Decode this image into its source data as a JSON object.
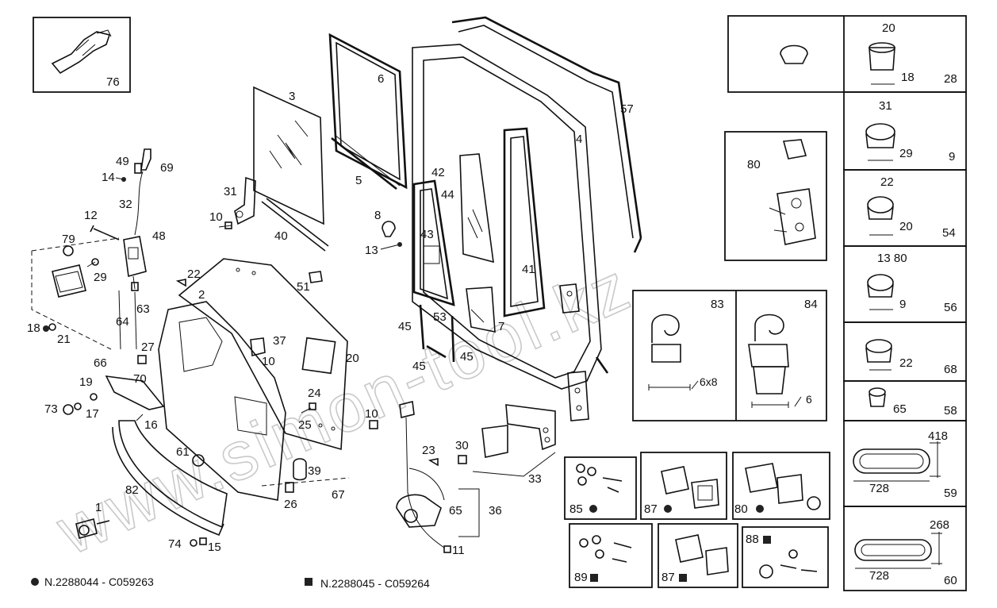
{
  "watermark": "www.simon-tool.kz",
  "footnotes": {
    "circle_note": "N.2288044 - C059263",
    "square_note": "N.2288045 - C059264"
  },
  "callouts": {
    "c1": "1",
    "c2": "2",
    "c3": "3",
    "c4": "4",
    "c5": "5",
    "c6": "6",
    "c7": "7",
    "c8": "8",
    "c10a": "10",
    "c10b": "10",
    "c10c": "10",
    "c11": "11",
    "c12": "12",
    "c13": "13",
    "c14": "14",
    "c15": "15",
    "c16": "16",
    "c17": "17",
    "c18": "18",
    "c19": "19",
    "c20": "20",
    "c21": "21",
    "c22": "22",
    "c23": "23",
    "c24": "24",
    "c25": "25",
    "c26": "26",
    "c27": "27",
    "c29": "29",
    "c30": "30",
    "c31": "31",
    "c32": "32",
    "c33": "33",
    "c36": "36",
    "c37": "37",
    "c39": "39",
    "c40": "40",
    "c41": "41",
    "c42": "42",
    "c43": "43",
    "c44": "44",
    "c45a": "45",
    "c45b": "45",
    "c45c": "45",
    "c48": "48",
    "c49": "49",
    "c51": "51",
    "c53": "53",
    "c57": "57",
    "c61": "61",
    "c63": "63",
    "c64": "64",
    "c65": "65",
    "c66": "66",
    "c67": "67",
    "c69": "69",
    "c70": "70",
    "c73": "73",
    "c74": "74",
    "c79": "79",
    "c82": "82"
  },
  "inset_boxes": {
    "b76": "76",
    "b80": "80",
    "b83": "83",
    "b84": "84",
    "b83_dim": "6x8",
    "b84_dim": "6",
    "b85": "85",
    "b87a": "87",
    "b80b": "80",
    "b89": "89",
    "b87b": "87",
    "b88": "88"
  },
  "plug_table": [
    {
      "item": "28",
      "dim_top": "20",
      "dim_bottom": "18"
    },
    {
      "item": "9",
      "dim_top": "31",
      "dim_bottom": "29"
    },
    {
      "item": "54",
      "dim_top": "22",
      "dim_bottom": "20"
    },
    {
      "item": "56",
      "dim_top": "13 80",
      "dim_bottom": "9"
    },
    {
      "item": "68",
      "dim_top": "",
      "dim_bottom": "22"
    },
    {
      "item": "58",
      "dim_top": "",
      "dim_bottom": "65"
    },
    {
      "item": "59",
      "dim_top": "418",
      "dim_bottom": "728"
    },
    {
      "item": "60",
      "dim_top": "268",
      "dim_bottom": "728"
    }
  ]
}
